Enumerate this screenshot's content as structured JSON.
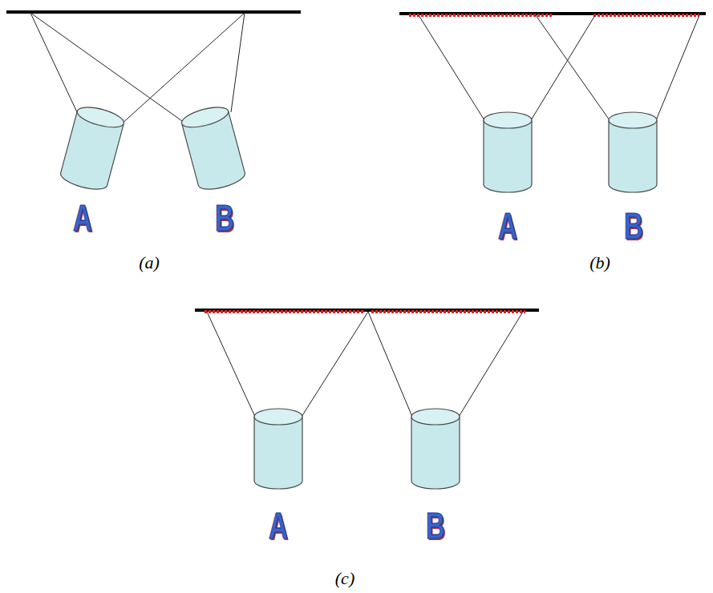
{
  "diagram": {
    "labels": [
      "A",
      "B",
      "A",
      "B",
      "(a)",
      "(b)",
      "A",
      "B",
      "(c)"
    ]
  }
}
